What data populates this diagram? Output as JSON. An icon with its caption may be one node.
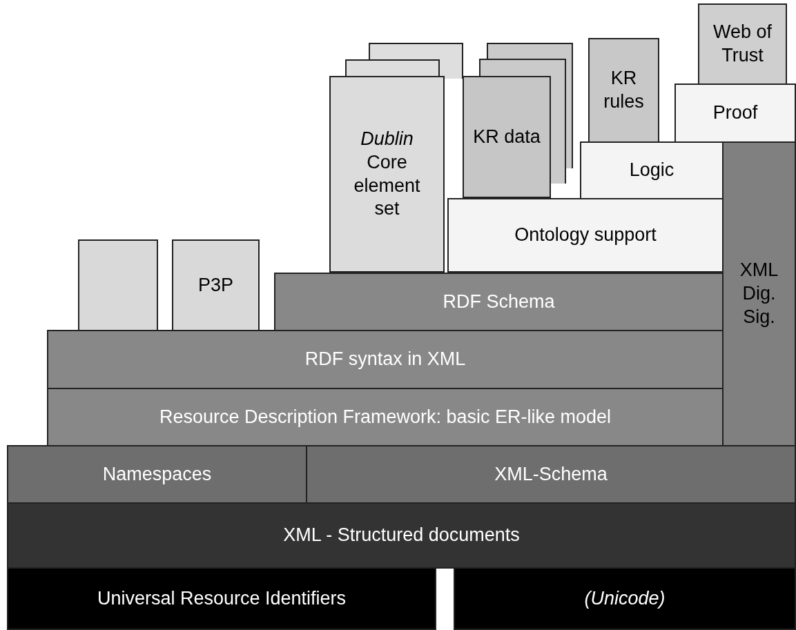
{
  "diagram": {
    "nodes": [
      {
        "text": [
          "Web of Trust"
        ]
      },
      {
        "text": [
          "KR rules"
        ]
      },
      {
        "text": [
          "Proof"
        ]
      },
      {
        "text": [
          "*Dublin* Core element set"
        ]
      },
      {
        "text": [
          "KR data"
        ]
      },
      {
        "text": [
          "Logic"
        ]
      },
      {
        "text": [
          "XML Dig. Sig."
        ]
      },
      {
        "text": [
          "Ontology support"
        ]
      },
      {
        "text": [],
        "shape": "box"
      },
      {
        "text": [
          "P3P"
        ]
      },
      {
        "text": [
          "RDF Schema"
        ]
      },
      {
        "text": [
          "RDF syntax in XML"
        ]
      },
      {
        "text": [
          "Resource Description Framework: basic ER-like model"
        ]
      },
      {
        "text": [
          "Namespaces"
        ]
      },
      {
        "text": [
          "XML-Schema"
        ]
      },
      {
        "text": [
          "XML - Structured documents"
        ]
      },
      {
        "text": [
          "Universal Resource Identifiers"
        ]
      },
      {
        "text": [
          "(Unicode)"
        ]
      }
    ]
  }
}
